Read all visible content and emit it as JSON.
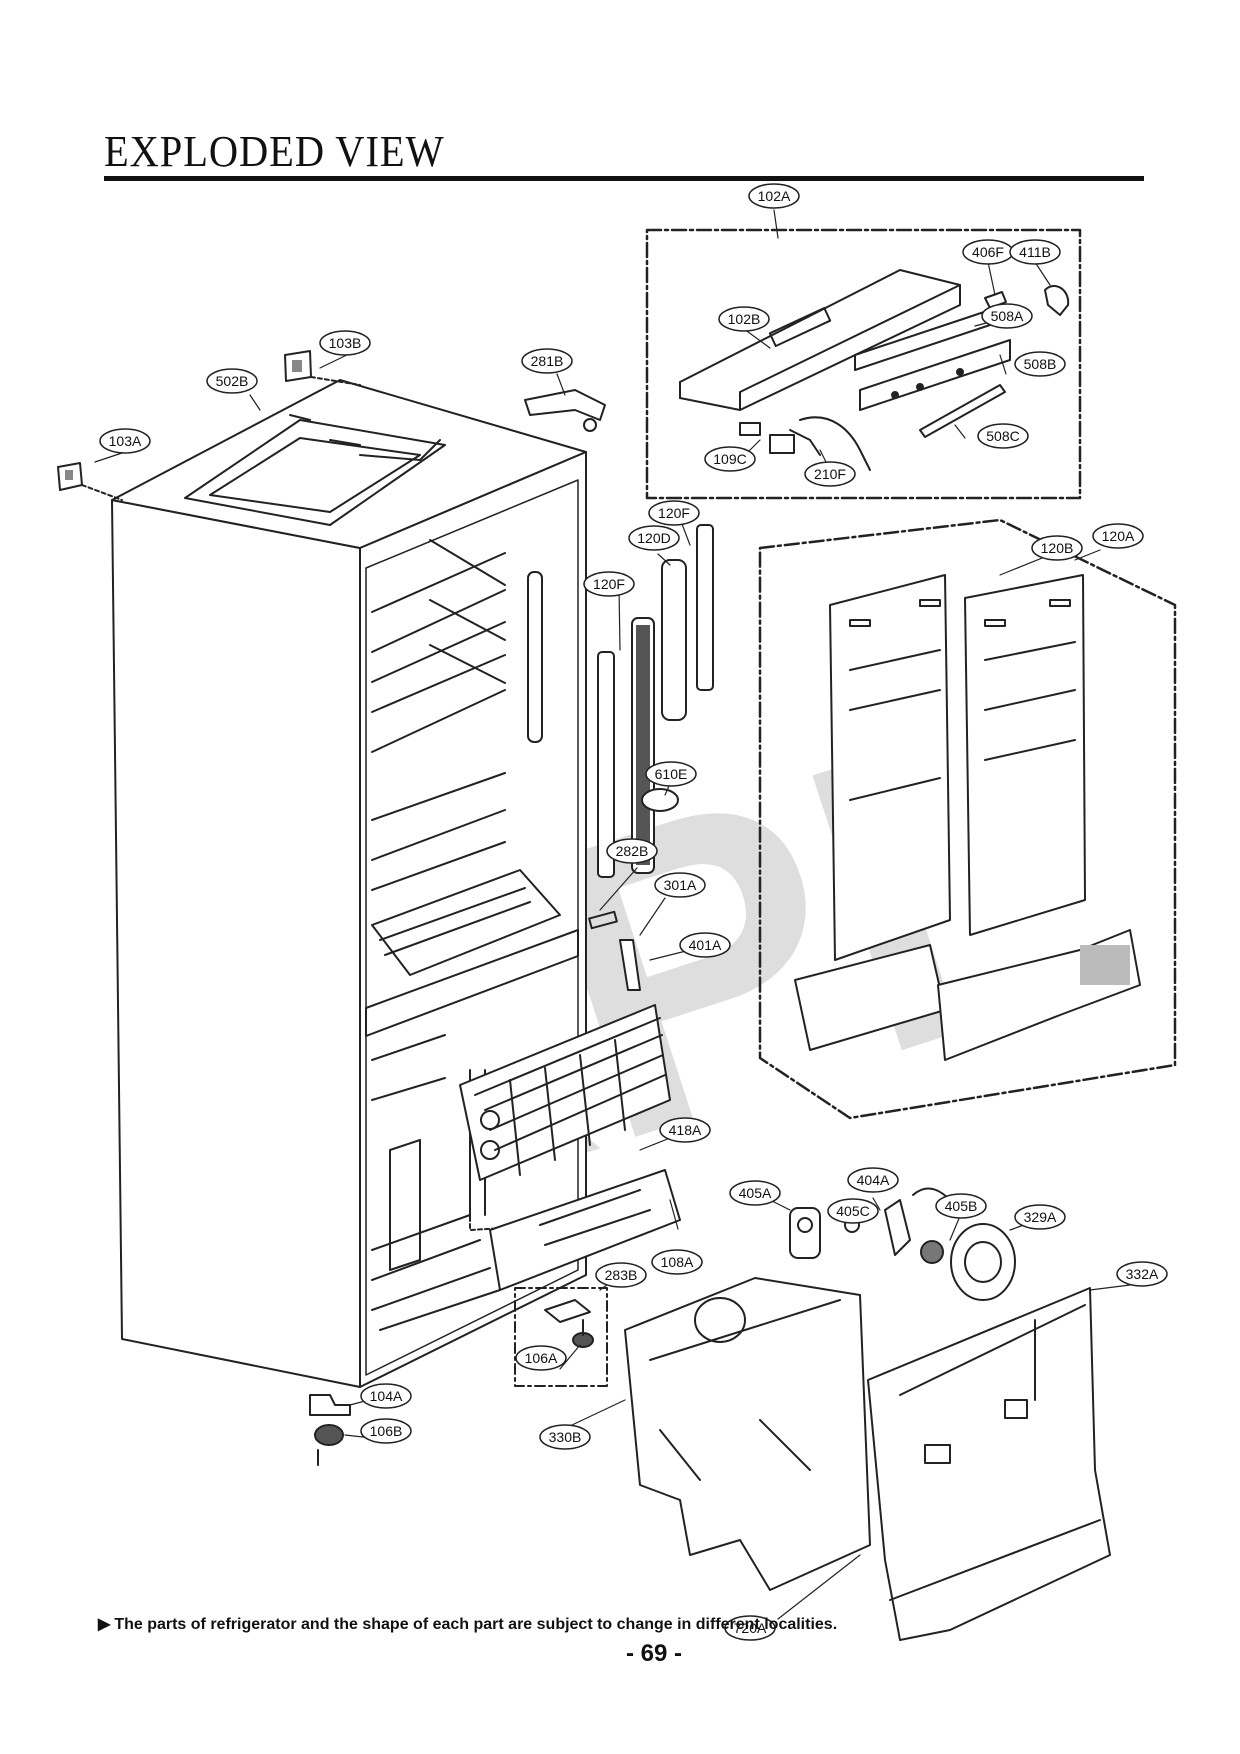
{
  "page": {
    "title": "EXPLODED VIEW",
    "footnote": "The parts of refrigerator and the shape of each part are subject to change in different localities.",
    "page_number": "- 69 -"
  },
  "diagram": {
    "watermark": "RPI",
    "callouts": [
      "102A",
      "406F",
      "411B",
      "102B",
      "508A",
      "508B",
      "508C",
      "109C",
      "210F",
      "103B",
      "281B",
      "502B",
      "103A",
      "120F",
      "120D",
      "120F",
      "120B",
      "120A",
      "610E",
      "282B",
      "301A",
      "401A",
      "418A",
      "405A",
      "404A",
      "405C",
      "405B",
      "329A",
      "332A",
      "108A",
      "283B",
      "106A",
      "330B",
      "104A",
      "106B",
      "720A"
    ]
  }
}
